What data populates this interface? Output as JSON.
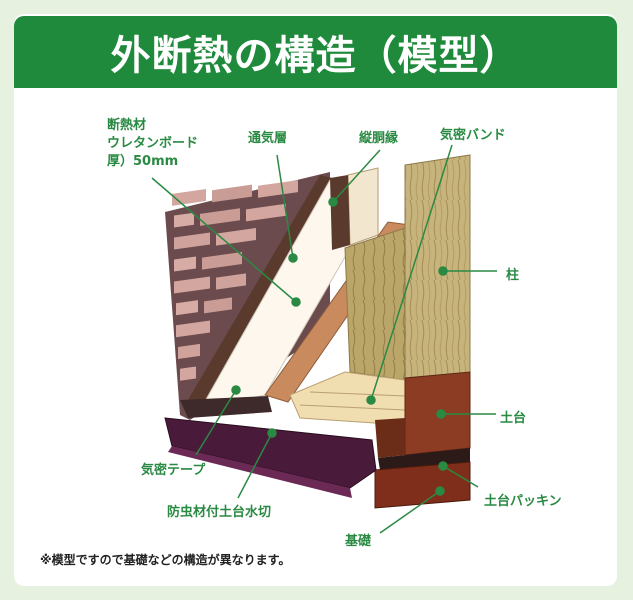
{
  "title": "外断熱の構造（模型）",
  "labels": {
    "insulation": "断熱材\nウレタンボード\n厚）50mm",
    "ventilation_layer": "通気層",
    "furring_strip": "縦胴縁",
    "air_band": "気密バンド",
    "pillar": "柱",
    "sill": "土台",
    "air_tape": "気密テープ",
    "sill_flashing": "防虫材付土台水切",
    "sill_packing": "土台パッキン",
    "foundation": "基礎"
  },
  "note": "※模型ですので基礎などの構造が異なります。",
  "colors": {
    "accent": "#1f8a3c",
    "label": "#2a8a43",
    "background": "#e6f1e0"
  }
}
